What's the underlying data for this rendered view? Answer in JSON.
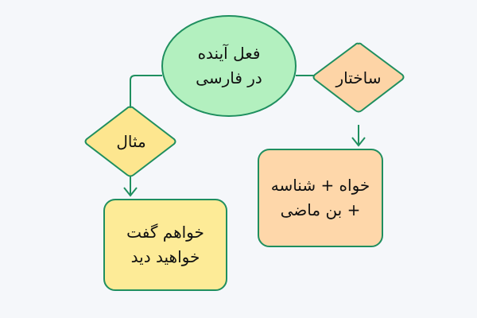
{
  "diagram": {
    "root": {
      "lines": [
        "فعل آینده",
        "در فارسی"
      ],
      "fill": "#b3f0bf",
      "stroke": "#1f8f5f"
    },
    "branches": [
      {
        "id": "example",
        "decision_label": "مثال",
        "decision_fill": "#fde68f",
        "box_lines": [
          "خواهم گفت",
          "خواهید دید"
        ],
        "box_fill": "#fdeb97"
      },
      {
        "id": "structure",
        "decision_label": "ساختار",
        "decision_fill": "#fdd4a6",
        "box_lines": [
          "خواه + شناسه",
          "+ بن ماضی"
        ],
        "box_fill": "#fed7aa"
      }
    ],
    "line_color": "#1f8f5f",
    "background": "#f5f7fa"
  }
}
